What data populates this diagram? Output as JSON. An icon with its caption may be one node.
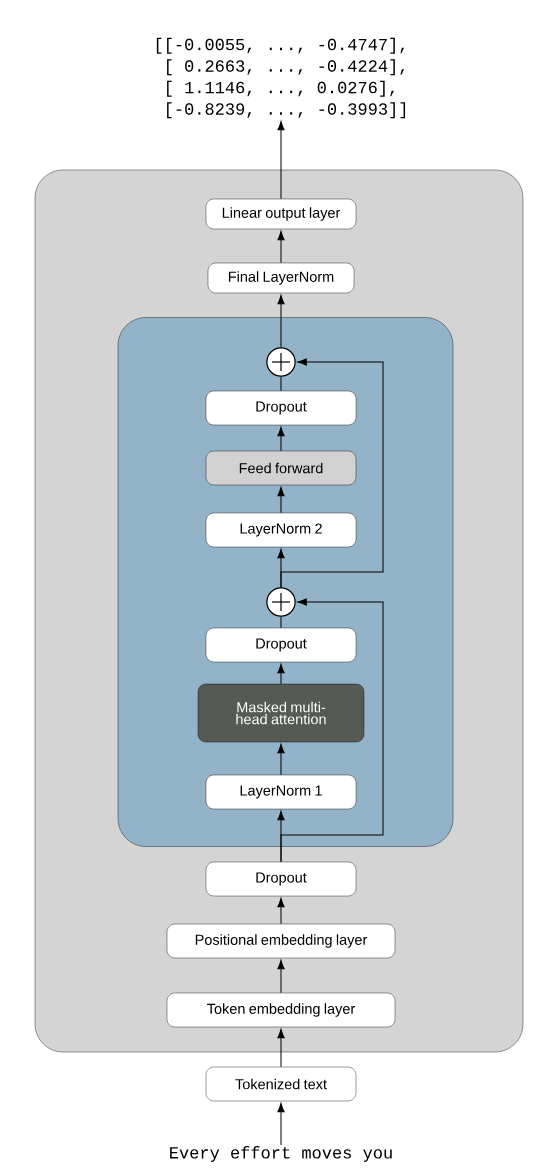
{
  "diagram": {
    "nodes": [
      {
        "text": [
          "[[-0.0055, ..., -0.4747],",
          "[ 0.2663, ..., -0.4224],",
          "[ 1.1146, ...,  0.0276],",
          "[-0.8239, ..., -0.3993]]"
        ]
      },
      {
        "text": [],
        "shape": "box"
      },
      {
        "text": [
          "Linear output layer"
        ],
        "in": 1
      },
      {
        "text": [
          "Final LayerNorm"
        ],
        "in": 1
      },
      {
        "text": [],
        "shape": "box",
        "in": 1
      },
      {
        "text": [],
        "shape": "circle",
        "in": 4
      },
      {
        "text": [
          "Dropout"
        ],
        "in": 4
      },
      {
        "text": [
          "Feed forward"
        ],
        "in": 4
      },
      {
        "text": [
          "LayerNorm 2"
        ],
        "in": 4
      },
      {
        "text": [],
        "shape": "circle",
        "in": 4
      },
      {
        "text": [
          "Dropout"
        ],
        "in": 4
      },
      {
        "text": [
          "Masked multi-head attention"
        ],
        "in": 4
      },
      {
        "text": [
          "LayerNorm 1"
        ],
        "in": 4
      },
      {
        "text": [
          "Dropout"
        ],
        "in": 1
      },
      {
        "text": [
          "Positional embedding layer"
        ],
        "in": 1
      },
      {
        "text": [
          "Token embedding layer"
        ],
        "in": 1
      },
      {
        "text": [
          "Tokenized text"
        ]
      },
      {
        "text": [
          "Every effort moves you"
        ]
      }
    ],
    "edges": [
      {
        "from": 17,
        "to": 16,
        "arrow": "to"
      },
      {
        "from": 16,
        "to": 15,
        "arrow": "to"
      },
      {
        "from": 15,
        "to": 14,
        "arrow": "to"
      },
      {
        "from": 14,
        "to": 13,
        "arrow": "to"
      },
      {
        "from": 13,
        "to": 12,
        "arrow": "to"
      },
      {
        "from": 13,
        "to": 9,
        "arrow": "to"
      },
      {
        "from": 12,
        "to": 11,
        "arrow": "to"
      },
      {
        "from": 11,
        "to": 10,
        "arrow": "to"
      },
      {
        "from": 10,
        "to": 9,
        "arrow": "none"
      },
      {
        "from": 9,
        "to": 8,
        "arrow": "to"
      },
      {
        "from": 9,
        "to": 5,
        "arrow": "to"
      },
      {
        "from": 8,
        "to": 7,
        "arrow": "to"
      },
      {
        "from": 7,
        "to": 6,
        "arrow": "to"
      },
      {
        "from": 6,
        "to": 5,
        "arrow": "none"
      },
      {
        "from": 5,
        "to": 3,
        "arrow": "to"
      },
      {
        "from": 3,
        "to": 2,
        "arrow": "to"
      },
      {
        "from": 2,
        "to": 0,
        "arrow": "to"
      }
    ]
  }
}
